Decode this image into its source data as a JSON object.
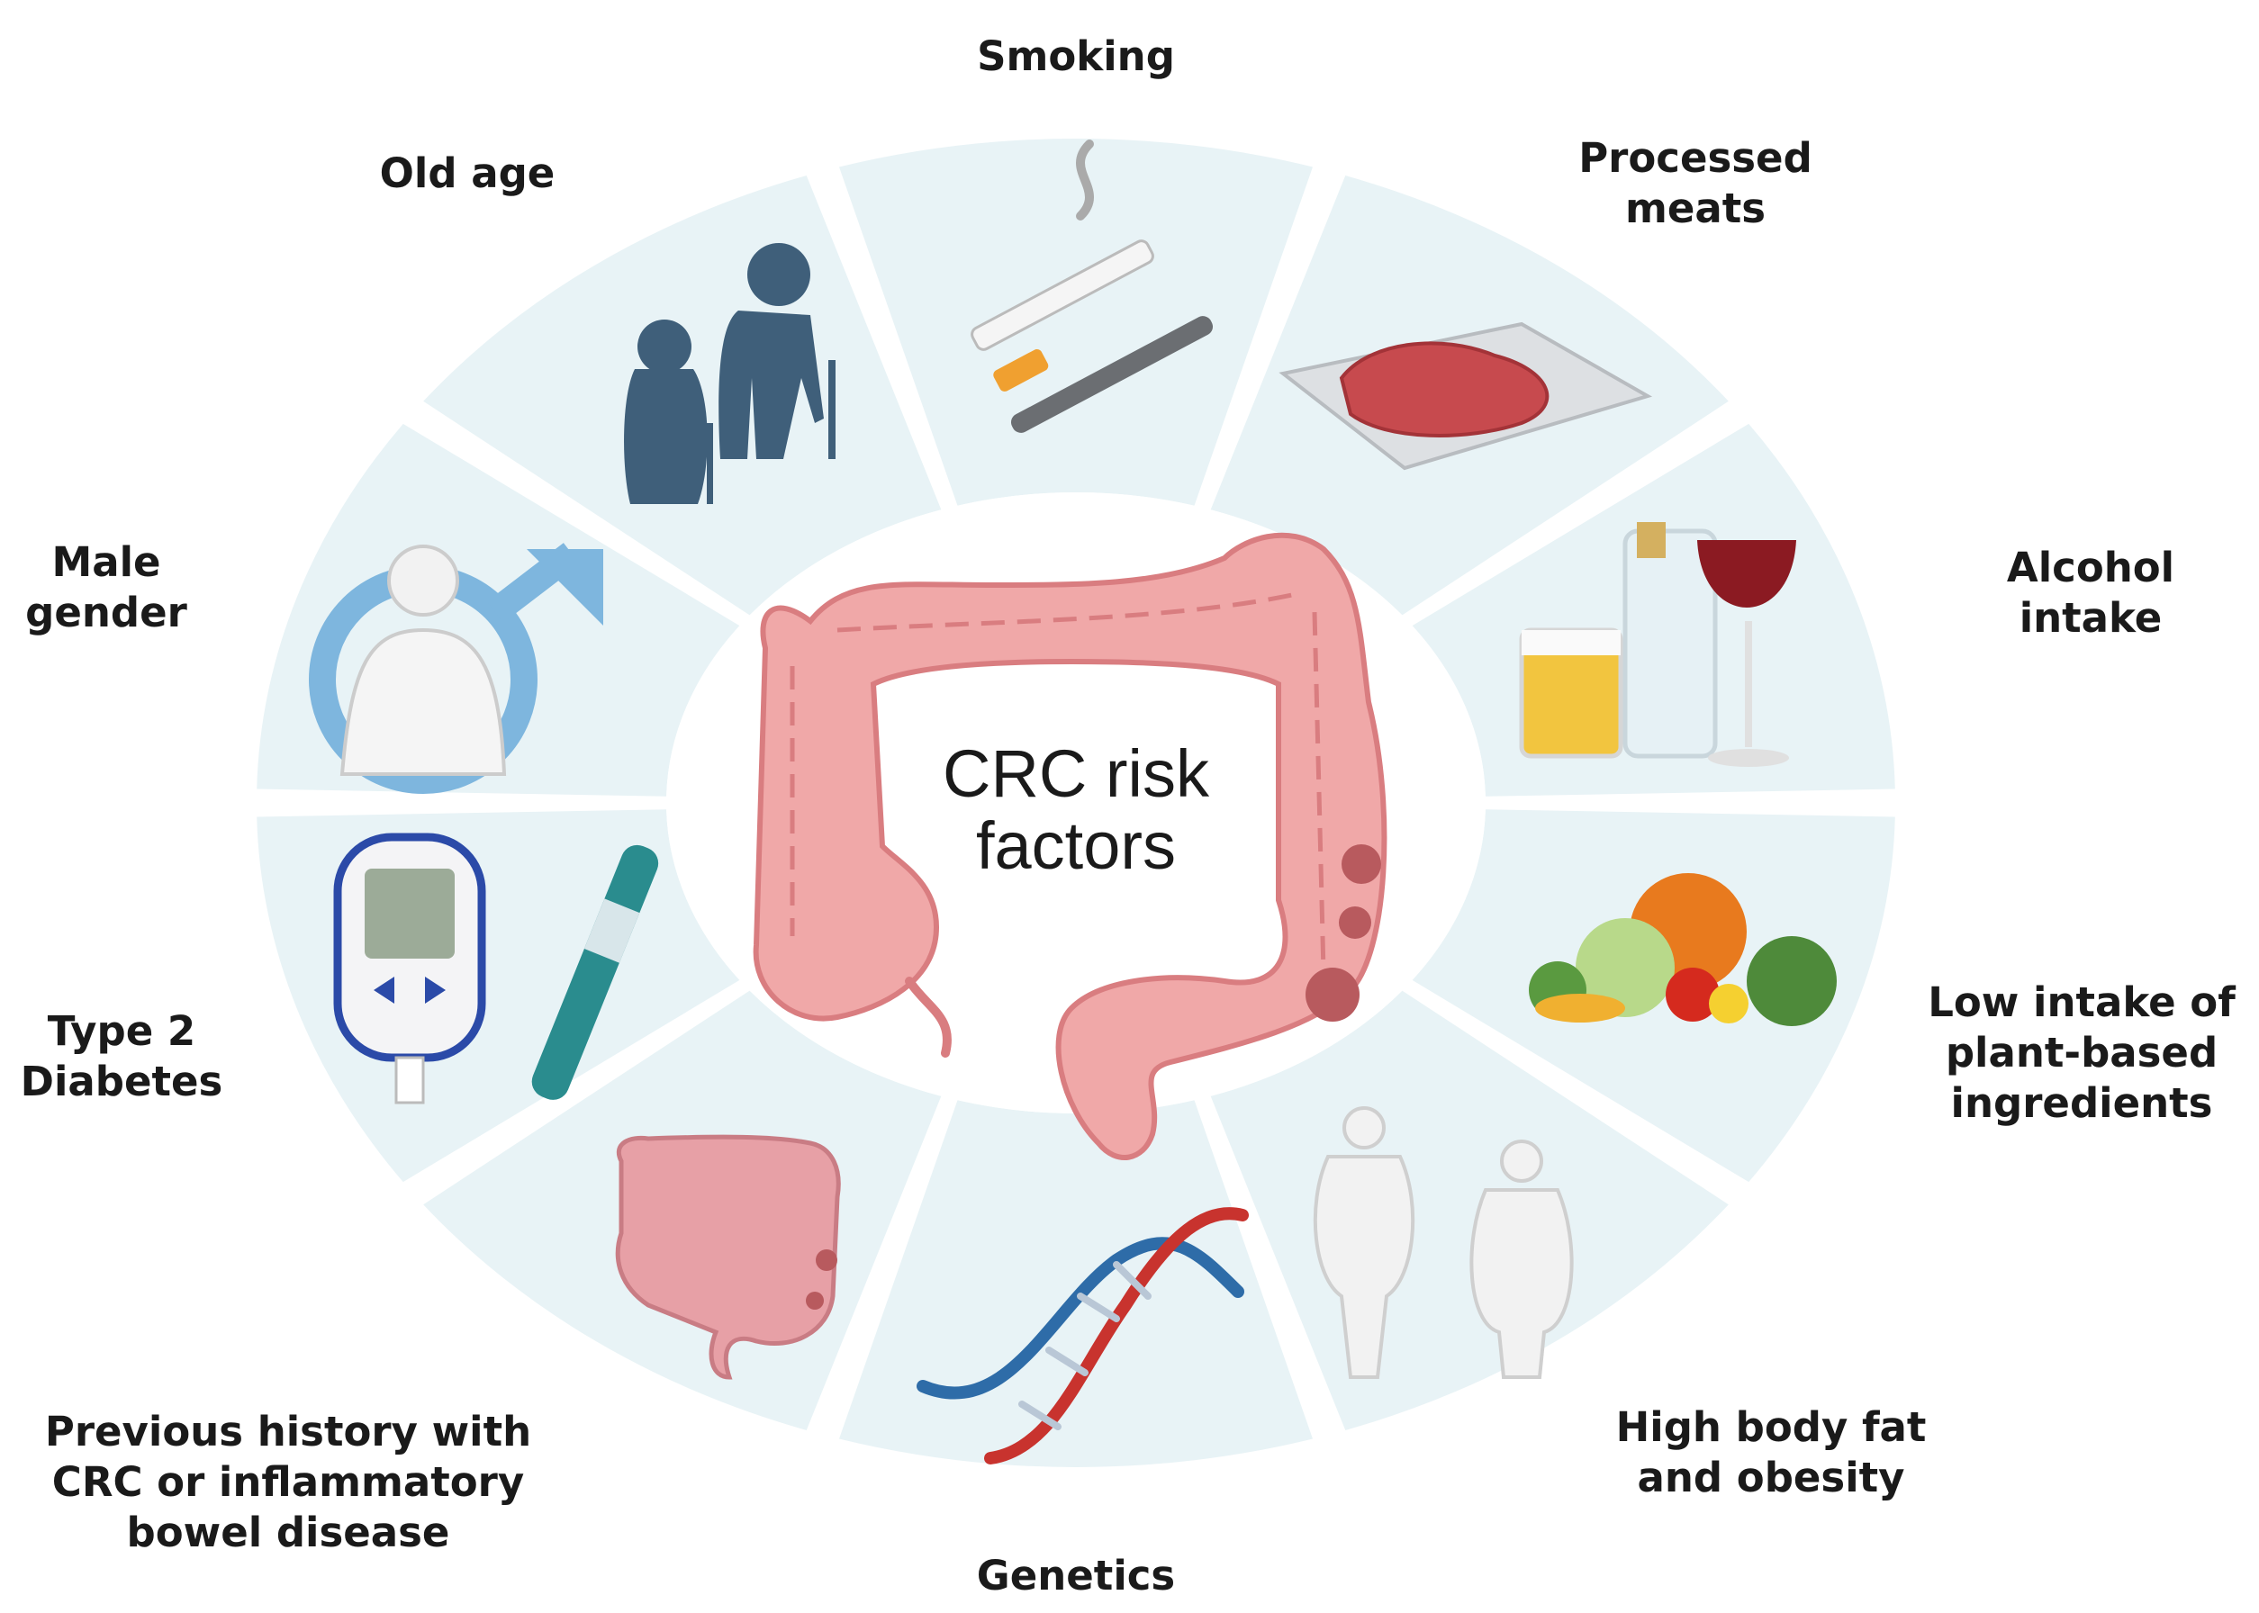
{
  "center_title": [
    "CRC risk",
    "factors"
  ],
  "factors": [
    {
      "id": "smoking",
      "label": [
        "Smoking"
      ],
      "icon": "cigarette-icon"
    },
    {
      "id": "processed-meats",
      "label": [
        "Processed",
        "meats"
      ],
      "icon": "meat-tray-icon"
    },
    {
      "id": "alcohol",
      "label": [
        "Alcohol",
        "intake"
      ],
      "icon": "alcohol-icon"
    },
    {
      "id": "plant-based",
      "label": [
        "Low intake of",
        "plant-based",
        "ingredients"
      ],
      "icon": "vegetables-icon"
    },
    {
      "id": "body-fat",
      "label": [
        "High body fat",
        "and obesity"
      ],
      "icon": "obese-figures-icon"
    },
    {
      "id": "genetics",
      "label": [
        "Genetics"
      ],
      "icon": "dna-icon"
    },
    {
      "id": "history",
      "label": [
        "Previous history with",
        "CRC or inflammatory",
        "bowel disease"
      ],
      "icon": "colon-small-icon"
    },
    {
      "id": "diabetes",
      "label": [
        "Type 2",
        "Diabetes"
      ],
      "icon": "glucose-meter-icon"
    },
    {
      "id": "male",
      "label": [
        "Male",
        "gender"
      ],
      "icon": "male-symbol-icon"
    },
    {
      "id": "old-age",
      "label": [
        "Old age"
      ],
      "icon": "elderly-couple-icon"
    }
  ],
  "colors": {
    "segment_fill": "#e8f3f6",
    "gap": "#ffffff",
    "colon": "#f0a8a8",
    "colon_dark": "#d97d80",
    "tumor": "#b85a5e",
    "elder": "#3f5f7a",
    "male_symbol": "#7eb6de",
    "dna_red": "#c8332e",
    "dna_blue": "#2e6ca8"
  }
}
